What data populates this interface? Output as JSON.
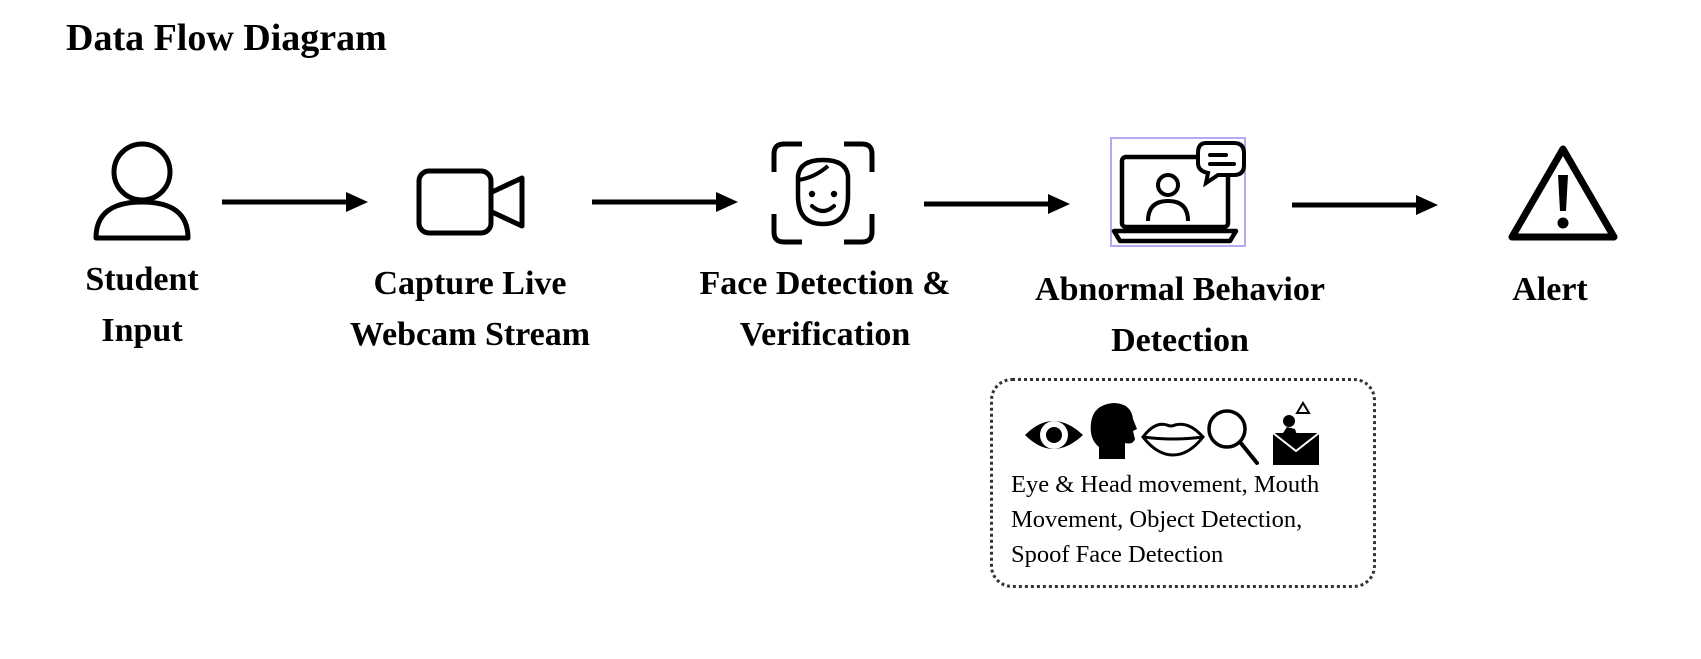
{
  "title": "Data Flow Diagram",
  "nodes": [
    {
      "icon": "person-icon",
      "lines": [
        "Student",
        "Input"
      ]
    },
    {
      "icon": "video-camera-icon",
      "lines": [
        "Capture Live",
        "Webcam Stream"
      ]
    },
    {
      "icon": "face-scan-icon",
      "lines": [
        "Face Detection &",
        "Verification"
      ]
    },
    {
      "icon": "laptop-user-chat-icon",
      "lines": [
        "Abnormal Behavior",
        "Detection"
      ]
    },
    {
      "icon": "warning-icon",
      "lines": [
        "Alert"
      ]
    }
  ],
  "detail_box": {
    "icons": [
      "eye-icon",
      "head-silhouette-icon",
      "lips-icon",
      "magnifier-icon",
      "envelope-alert-icon"
    ],
    "lines": [
      "Eye & Head movement, Mouth",
      "Movement, Object Detection,",
      "Spoof Face Detection"
    ]
  }
}
